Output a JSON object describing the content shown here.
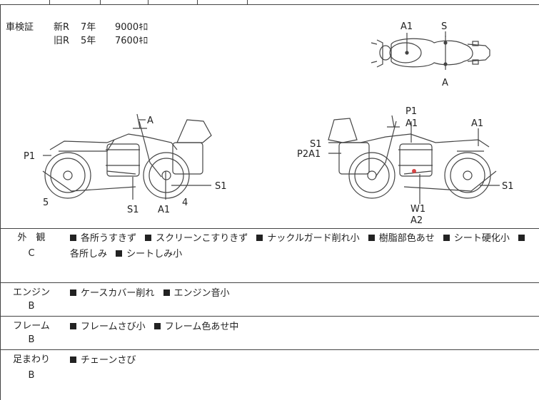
{
  "registration": {
    "title": "車検証",
    "new_label": "新R",
    "new_years": "7年",
    "new_km": "9000ｷﾛ",
    "old_label": "旧R",
    "old_years": "5年",
    "old_km": "7600ｷﾛ"
  },
  "diagram_labels": {
    "top_A1": "A1",
    "top_S": "S",
    "top_A": "A",
    "left_A": "A",
    "left_P1": "P1",
    "left_5": "5",
    "left_S1_bottom": "S1",
    "left_A1_bottom": "A1",
    "left_4": "4",
    "left_S1_right": "S1",
    "right_P1": "P1",
    "right_A1_top": "A1",
    "right_A1_far": "A1",
    "right_S1": "S1",
    "right_P2A1": "P2A1",
    "right_S1_far": "S1",
    "right_W1": "W1",
    "right_A2": "A2"
  },
  "sections": [
    {
      "category": "外　観",
      "grade": "C",
      "items": [
        "各所うすきず",
        "スクリーンこすりきず",
        "ナックルガード削れ小",
        "樹脂部色あせ",
        "シート硬化小",
        "各所しみ",
        "シートしみ小"
      ]
    },
    {
      "category": "エンジン",
      "grade": "B",
      "items": [
        "ケースカバー削れ",
        "エンジン音小"
      ]
    },
    {
      "category": "フレーム",
      "grade": "B",
      "items": [
        "フレームさび小",
        "フレーム色あせ中"
      ]
    },
    {
      "category": "足まわり",
      "grade": "B",
      "items": [
        "チェーンさび"
      ]
    }
  ],
  "colors": {
    "line": "#444444",
    "text": "#222222",
    "mark": "#d64545"
  }
}
